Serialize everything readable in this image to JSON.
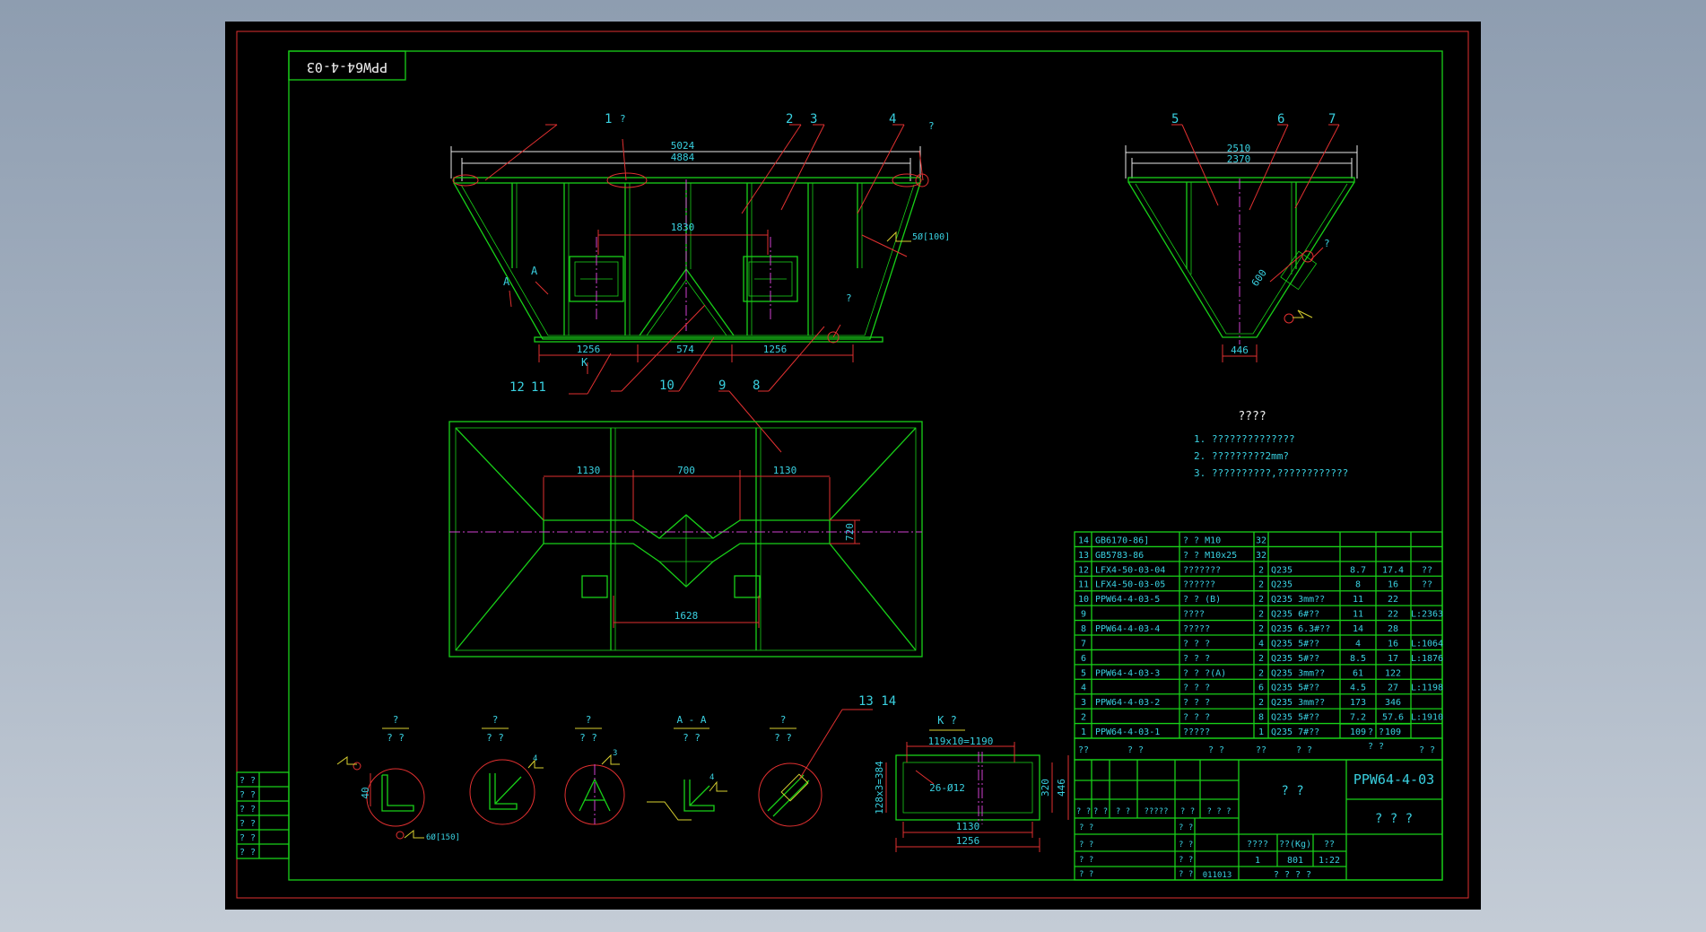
{
  "drawing": {
    "corner_code": "PPW64-4-03",
    "front_view": {
      "part_callouts": [
        "1",
        "2",
        "3",
        "4",
        "12",
        "11",
        "10",
        "9",
        "8"
      ],
      "dims": {
        "overall": "5024",
        "inner": "4884",
        "center": "1830",
        "left_bottom": "1256",
        "mid_bottom": "574",
        "right_bottom": "1256"
      },
      "weld_note": "5Ø[100]",
      "section_marks": [
        "A",
        "A"
      ],
      "view_mark": "K",
      "q_marks": [
        "?",
        "?",
        "?"
      ]
    },
    "side_view": {
      "part_callouts": [
        "5",
        "6",
        "7"
      ],
      "dims": {
        "top_outer": "2510",
        "top_inner": "2370",
        "bottom": "446",
        "slant": "600"
      },
      "q_mark": "?"
    },
    "plan_view": {
      "dims": {
        "left": "1130",
        "mid": "700",
        "right": "1130",
        "bottom": "1628",
        "height": "720"
      }
    },
    "notes": {
      "title": "????",
      "lines": [
        "1. ??????????????",
        "2. ?????????2mm?",
        "3.  ??????????,????????????"
      ]
    },
    "details": [
      {
        "label_top": "?",
        "label_bot": "? ?",
        "dim": "40",
        "note": "6Ø[150]"
      },
      {
        "label_top": "?",
        "label_bot": "? ?",
        "dim": "4"
      },
      {
        "label_top": "?",
        "label_bot": "? ?",
        "dim": "3"
      },
      {
        "label_top": "A - A",
        "label_bot": "? ?",
        "dim": "4"
      },
      {
        "label_top": "?",
        "label_bot": "? ?",
        "dim": ""
      }
    ],
    "k_view": {
      "title": "K ?",
      "callout": "13  14",
      "dims": {
        "top": "119x10=1190",
        "holes": "26-Ø12",
        "left": "128x3=384",
        "right_inner": "320",
        "right_outer": "446",
        "bottom_inner": "1130",
        "bottom_outer": "1256"
      }
    },
    "bom": [
      {
        "no": "14",
        "code": "GB6170-86]",
        "name": "?  ? M10",
        "qty": "32",
        "mat": "",
        "w1": "",
        "w2": "",
        "rem": ""
      },
      {
        "no": "13",
        "code": "GB5783-86",
        "name": "?  ? M10x25",
        "qty": "32",
        "mat": "",
        "w1": "",
        "w2": "",
        "rem": ""
      },
      {
        "no": "12",
        "code": "LFX4-50-03-04",
        "name": "???????",
        "qty": "2",
        "mat": "Q235",
        "w1": "8.7",
        "w2": "17.4",
        "rem": "??"
      },
      {
        "no": "11",
        "code": "LFX4-50-03-05",
        "name": "??????",
        "qty": "2",
        "mat": "Q235",
        "w1": "8",
        "w2": "16",
        "rem": "??"
      },
      {
        "no": "10",
        "code": "PPW64-4-03-5",
        "name": "? ? (B)",
        "qty": "2",
        "mat": "Q235 3mm??",
        "w1": "11",
        "w2": "22",
        "rem": ""
      },
      {
        "no": "9",
        "code": "",
        "name": "????",
        "qty": "2",
        "mat": "Q235 6#??",
        "w1": "11",
        "w2": "22",
        "rem": "L:2363"
      },
      {
        "no": "8",
        "code": "PPW64-4-03-4",
        "name": "?????",
        "qty": "2",
        "mat": "Q235 6.3#??",
        "w1": "14",
        "w2": "28",
        "rem": ""
      },
      {
        "no": "7",
        "code": "",
        "name": "? ? ?",
        "qty": "4",
        "mat": "Q235 5#??",
        "w1": "4",
        "w2": "16",
        "rem": "L:1064"
      },
      {
        "no": "6",
        "code": "",
        "name": "? ? ?",
        "qty": "2",
        "mat": "Q235 5#??",
        "w1": "8.5",
        "w2": "17",
        "rem": "L:1876"
      },
      {
        "no": "5",
        "code": "PPW64-4-03-3",
        "name": "? ? ?(A)",
        "qty": "2",
        "mat": "Q235 3mm??",
        "w1": "61",
        "w2": "122",
        "rem": ""
      },
      {
        "no": "4",
        "code": "",
        "name": "? ? ?",
        "qty": "6",
        "mat": "Q235 5#??",
        "w1": "4.5",
        "w2": "27",
        "rem": "L:1198"
      },
      {
        "no": "3",
        "code": "PPW64-4-03-2",
        "name": "? ? ?",
        "qty": "2",
        "mat": "Q235 3mm??",
        "w1": "173",
        "w2": "346",
        "rem": ""
      },
      {
        "no": "2",
        "code": "",
        "name": "? ? ?",
        "qty": "8",
        "mat": "Q235 5#??",
        "w1": "7.2",
        "w2": "57.6",
        "rem": "L:1910"
      },
      {
        "no": "1",
        "code": "PPW64-4-03-1",
        "name": "?????",
        "qty": "1",
        "mat": "Q235 7#??",
        "w1": "109",
        "w2": "109",
        "rem": ""
      }
    ],
    "bom_header": {
      "no": "??",
      "code": "?    ?",
      "name": "?    ?",
      "qty": "??",
      "mat": "?    ?",
      "w": "? ?",
      "wt": "? ?",
      "rem": "? ?"
    },
    "title_block": {
      "drawing_no": "PPW64-4-03",
      "name_cell": "?   ?",
      "part_name": "? ? ?",
      "stage_label": "????",
      "weight_label": "??(Kg)",
      "scale_label": "??",
      "stage": "1",
      "weight": "801",
      "scale": "1:22",
      "sheet": "?  ?     ?   ?",
      "date": "011013",
      "rev_heads": [
        "? ?",
        "? ?",
        "? ?",
        "?????",
        "? ?",
        "? ? ?"
      ],
      "sign_rows": [
        "? ?",
        "? ?",
        "? ?",
        "? ?"
      ]
    },
    "left_stamp_rows": [
      "? ?",
      "? ?",
      "? ?",
      "? ?",
      "? ?",
      "? ?"
    ]
  }
}
